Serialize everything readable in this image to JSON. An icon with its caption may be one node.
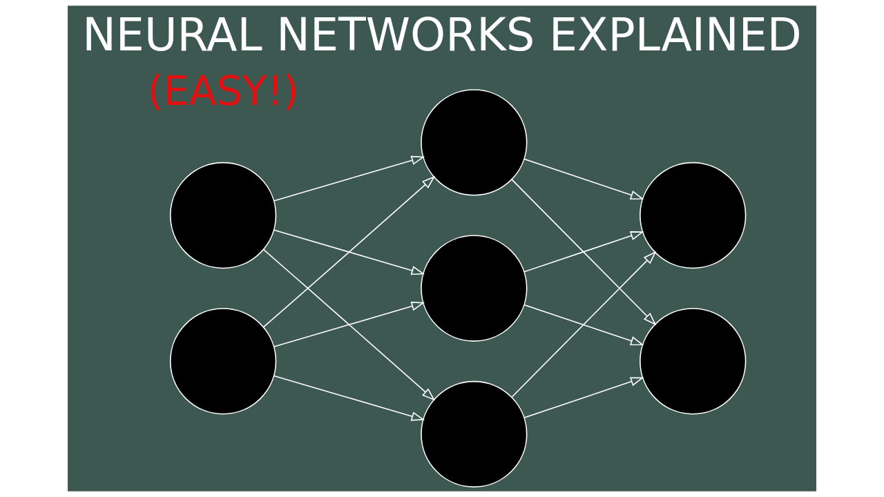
{
  "diagram": {
    "title": "NEURAL NETWORKS EXPLAINED",
    "nodes": [
      {
        "text": [],
        "shape": "circle"
      },
      {
        "text": [],
        "shape": "circle"
      },
      {
        "text": [],
        "shape": "circle"
      },
      {
        "text": [],
        "shape": "circle"
      },
      {
        "text": [],
        "shape": "circle"
      },
      {
        "text": [],
        "shape": "circle"
      },
      {
        "text": [],
        "shape": "circle"
      }
    ],
    "edges": [
      {
        "from": 0,
        "to": 2,
        "arrow": "to"
      },
      {
        "from": 0,
        "to": 3,
        "arrow": "to"
      },
      {
        "from": 0,
        "to": 4,
        "arrow": "to"
      },
      {
        "from": 1,
        "to": 2,
        "arrow": "to"
      },
      {
        "from": 1,
        "to": 3,
        "arrow": "to"
      },
      {
        "from": 1,
        "to": 4,
        "arrow": "to"
      },
      {
        "from": 2,
        "to": 5,
        "arrow": "to"
      },
      {
        "from": 2,
        "to": 6,
        "arrow": "to"
      },
      {
        "from": 3,
        "to": 5,
        "arrow": "to"
      },
      {
        "from": 3,
        "to": 6,
        "arrow": "to"
      },
      {
        "from": 4,
        "to": 5,
        "arrow": "to"
      },
      {
        "from": 4,
        "to": 6,
        "arrow": "to"
      }
    ],
    "labels": [
      "(EASY!)"
    ]
  }
}
